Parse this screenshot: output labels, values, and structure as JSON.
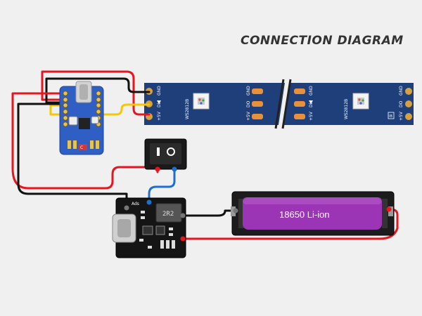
{
  "title": "CONNECTION DIAGRAM",
  "strip": {
    "chip_label": "WS2812B",
    "pins_left": [
      "GND",
      "DO",
      "+5V"
    ],
    "pins_right": [
      "GND",
      "Din",
      "+5V"
    ],
    "pins_second_left": [
      "GND",
      "DO",
      "+5V"
    ],
    "pins_second_right": [
      "GND",
      "Din",
      "+5V"
    ],
    "pad_label": "IB"
  },
  "controller": {
    "pad_label": "C"
  },
  "charger": {
    "inductor_label": "2R2",
    "top_label": "Ads"
  },
  "battery": {
    "label": "18650 Li-ion"
  },
  "colors": {
    "wire_red": "#e8141e",
    "wire_black": "#111111",
    "wire_yellow": "#f5c800",
    "wire_blue": "#1e6fd0",
    "pcb_blue": "#2f5fc4",
    "strip_blue": "#1e3f7a",
    "battery_purple": "#9b35b5"
  }
}
